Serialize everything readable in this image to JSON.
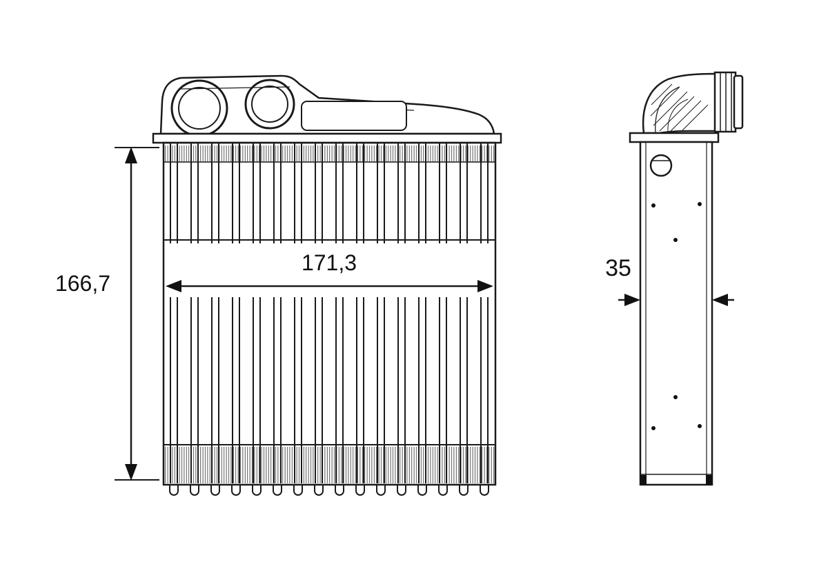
{
  "labels": {
    "height_dimension": "166,7",
    "width_dimension": "171,3",
    "depth_dimension": "35"
  },
  "colors": {
    "line": "#1a1a1a",
    "background": "#ffffff",
    "fill_dark": "#111111"
  }
}
